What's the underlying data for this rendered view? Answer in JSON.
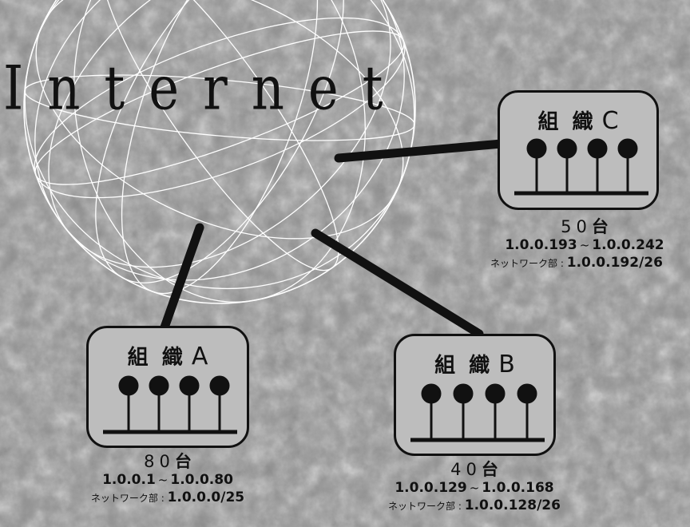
{
  "internet": {
    "label": "Internet"
  },
  "orgs": {
    "a": {
      "kanji": "組 織",
      "letter": "A",
      "count": "80",
      "count_unit": "台",
      "range_start": "1.0.0.1",
      "tilde": "~",
      "range_end": "1.0.0.80",
      "net_label": "ネットワーク部 : ",
      "net_addr": "1.0.0.0/25"
    },
    "b": {
      "kanji": "組 織",
      "letter": "B",
      "count": "40",
      "count_unit": "台",
      "range_start": "1.0.0.129",
      "tilde": "~",
      "range_end": "1.0.0.168",
      "net_label": "ネットワーク部 : ",
      "net_addr": "1.0.0.128/26"
    },
    "c": {
      "kanji": "組 織",
      "letter": "C",
      "count": "50",
      "count_unit": "台",
      "range_start": "1.0.0.193",
      "tilde": "~",
      "range_end": "1.0.0.242",
      "net_label": "ネットワーク部 : ",
      "net_addr": "1.0.0.192/26"
    }
  },
  "colors": {
    "background": "#8f8f8f",
    "box_fill": "#bdbdbd",
    "ink": "#111111",
    "globe": "#ffffff"
  }
}
